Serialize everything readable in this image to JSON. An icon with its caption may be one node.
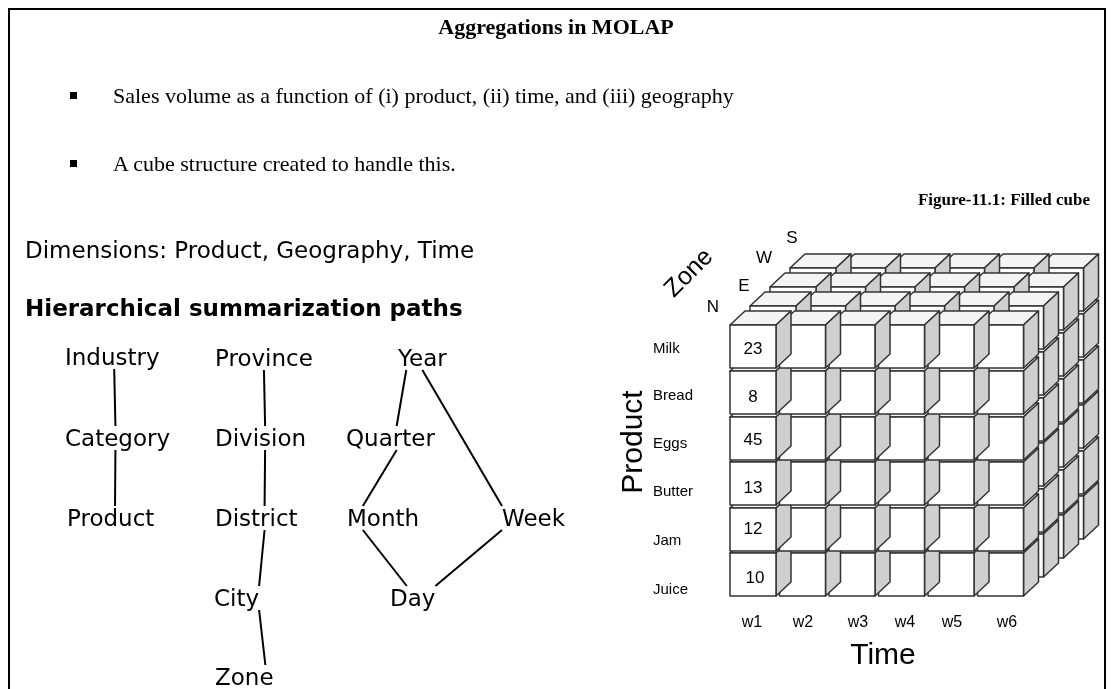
{
  "diagram": {
    "title": "Aggregations in MOLAP",
    "caption": "Figure-11.1: Filled cube",
    "nodes": [
      {
        "text": [
          "Industry"
        ]
      },
      {
        "text": [
          "Category"
        ]
      },
      {
        "text": [
          "Product"
        ]
      },
      {
        "text": [
          "Province"
        ]
      },
      {
        "text": [
          "Division"
        ]
      },
      {
        "text": [
          "District"
        ]
      },
      {
        "text": [
          "City"
        ]
      },
      {
        "text": [
          "Zone"
        ]
      },
      {
        "text": [
          "Year"
        ]
      },
      {
        "text": [
          "Quarter"
        ]
      },
      {
        "text": [
          "Month"
        ]
      },
      {
        "text": [
          "Week"
        ]
      },
      {
        "text": [
          "Day"
        ]
      }
    ],
    "edges": [
      {
        "from": 0,
        "to": 1,
        "arrow": "none"
      },
      {
        "from": 1,
        "to": 2,
        "arrow": "none"
      },
      {
        "from": 3,
        "to": 4,
        "arrow": "none"
      },
      {
        "from": 4,
        "to": 5,
        "arrow": "none"
      },
      {
        "from": 5,
        "to": 6,
        "arrow": "none"
      },
      {
        "from": 6,
        "to": 7,
        "arrow": "none"
      },
      {
        "from": 8,
        "to": 9,
        "arrow": "none"
      },
      {
        "from": 8,
        "to": 11,
        "arrow": "none"
      },
      {
        "from": 9,
        "to": 10,
        "arrow": "none"
      },
      {
        "from": 10,
        "to": 12,
        "arrow": "none"
      },
      {
        "from": 11,
        "to": 12,
        "arrow": "none"
      }
    ],
    "labels": [
      "Sales volume as a function of (i) product, (ii) time, and (iii) geography",
      "A cube structure created to handle this.",
      "Dimensions: Product, Geography, Time",
      "Hierarchical summarization paths",
      "Zone",
      "S",
      "W",
      "E",
      "N",
      "Milk",
      "23",
      "Product",
      "Bread",
      "8",
      "Eggs",
      "45",
      "Butter",
      "13",
      "Jam",
      "12",
      "Juice",
      "10",
      "w1",
      "w2",
      "w3",
      "w4",
      "w5",
      "w6",
      "Time"
    ]
  }
}
